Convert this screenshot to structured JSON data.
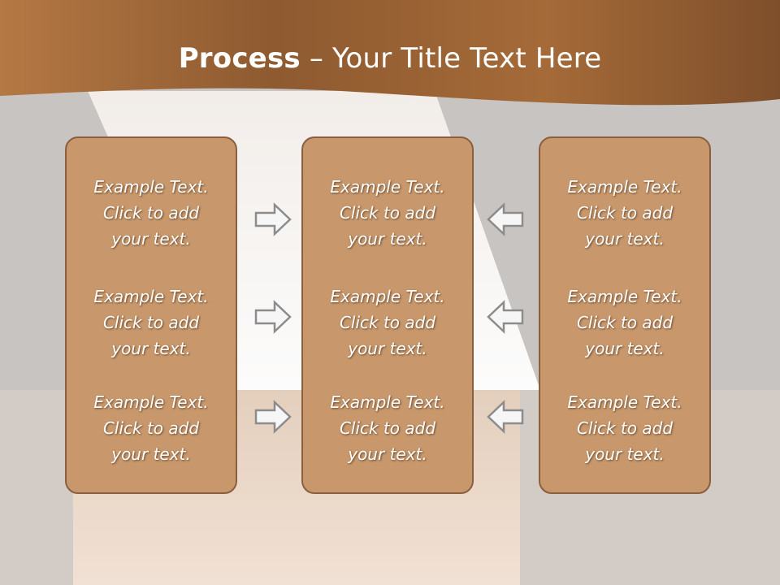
{
  "slide": {
    "title_bold": "Process",
    "title_rest": " – Your Title Text Here"
  },
  "columns": [
    {
      "blocks": [
        {
          "line1": "Example Text.",
          "line2": "Click  to add",
          "line3": "your text."
        },
        {
          "line1": "Example Text.",
          "line2": "Click  to add",
          "line3": "your text."
        },
        {
          "line1": "Example Text.",
          "line2": "Click  to add",
          "line3": "your text."
        }
      ]
    },
    {
      "blocks": [
        {
          "line1": "Example Text.",
          "line2": "Click  to add",
          "line3": "your text."
        },
        {
          "line1": "Example Text.",
          "line2": "Click  to add",
          "line3": "your text."
        },
        {
          "line1": "Example Text.",
          "line2": "Click  to add",
          "line3": "your text."
        }
      ]
    },
    {
      "blocks": [
        {
          "line1": "Example Text.",
          "line2": "Click  to add",
          "line3": "your text."
        },
        {
          "line1": "Example Text.",
          "line2": "Click  to add",
          "line3": "your text."
        },
        {
          "line1": "Example Text.",
          "line2": "Click  to add",
          "line3": "your text."
        }
      ]
    }
  ],
  "arrows": {
    "left_group": "right-arrow-icon",
    "right_group": "left-arrow-icon"
  },
  "colors": {
    "header_brown": "#9a6232",
    "panel_fill": "#c8986c",
    "panel_border": "#8a5f3e",
    "background_gray": "#c8c4c1"
  }
}
